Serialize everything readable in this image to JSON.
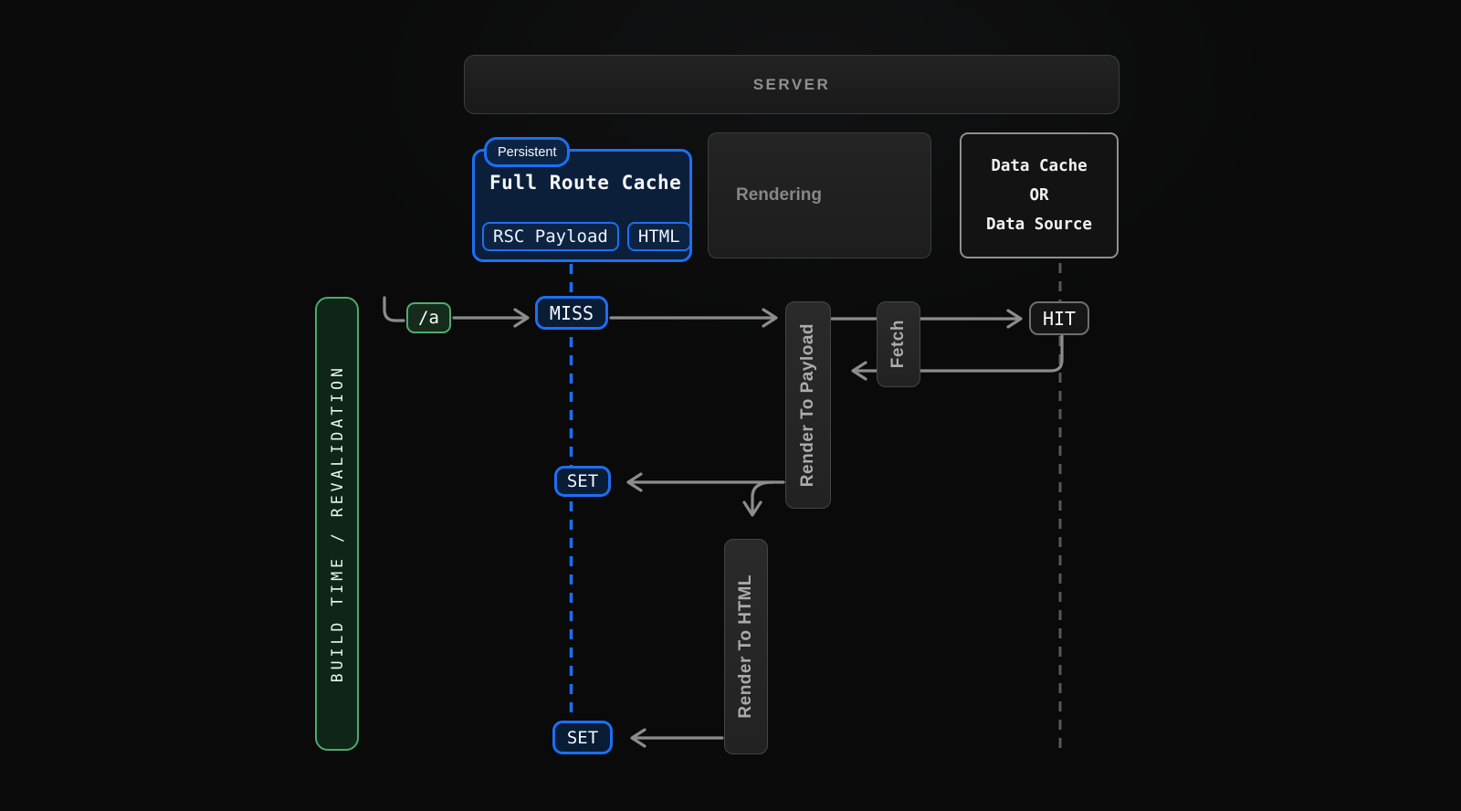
{
  "header": {
    "label": "SERVER"
  },
  "full_route_cache": {
    "badge": "Persistent",
    "title": "Full Route Cache",
    "chips": [
      "RSC Payload",
      "HTML"
    ]
  },
  "rendering": {
    "label": "Rendering"
  },
  "data_cache": {
    "lines": [
      "Data Cache",
      "OR",
      "Data Source"
    ]
  },
  "build_bar": {
    "label": "BUILD TIME / REVALIDATION"
  },
  "route_chip": {
    "label": "/a"
  },
  "badges": {
    "miss": "MISS",
    "hit": "HIT",
    "set_top": "SET",
    "set_bottom": "SET"
  },
  "process": {
    "render_to_payload": "Render To Payload",
    "fetch": "Fetch",
    "render_to_html": "Render To HTML"
  },
  "colors": {
    "background": "#0a0a0a",
    "accent_blue": "#1d6ff2",
    "blue_fill": "#0b1f3a",
    "accent_green": "#4fa96c",
    "green_fill": "#0e2517",
    "arrow_gray": "#8c8c8c",
    "dashed_gray": "#585858",
    "box_gray": "#242424",
    "label_gray": "#909090"
  }
}
